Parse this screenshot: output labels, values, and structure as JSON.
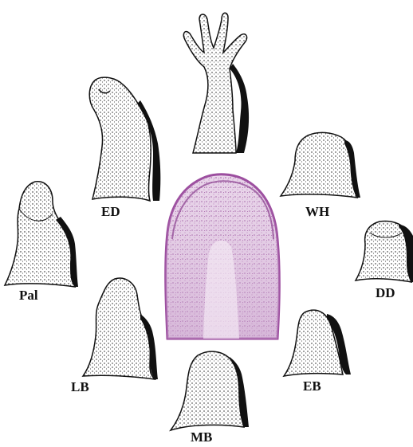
{
  "figure": {
    "labels": {
      "wh": "WH",
      "ed": "ED",
      "dd": "DD",
      "pal": "Pal",
      "lb": "LB",
      "eb": "EB",
      "mb": "MB"
    },
    "colors": {
      "ink": "#111111",
      "stain_background": "#e9d6ea",
      "stain_dark": "#9c4e9f",
      "paper": "#ffffff"
    }
  }
}
